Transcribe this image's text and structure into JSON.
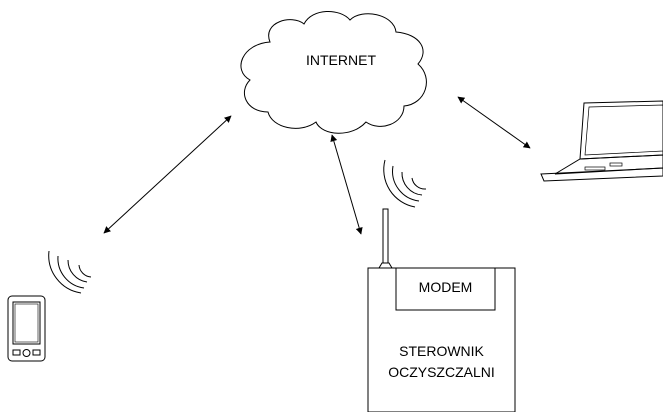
{
  "diagram": {
    "cloud_label": "INTERNET",
    "modem_label": "MODEM",
    "controller_label_line1": "STEROWNIK",
    "controller_label_line2": "OCZYSZCZALNI"
  },
  "colors": {
    "stroke": "#000000",
    "background": "#ffffff"
  },
  "icons": {
    "cloud": "cloud-icon",
    "phone": "mobile-phone-icon",
    "laptop": "laptop-icon",
    "wireless": "wireless-signal-icon",
    "antenna": "antenna-icon"
  }
}
